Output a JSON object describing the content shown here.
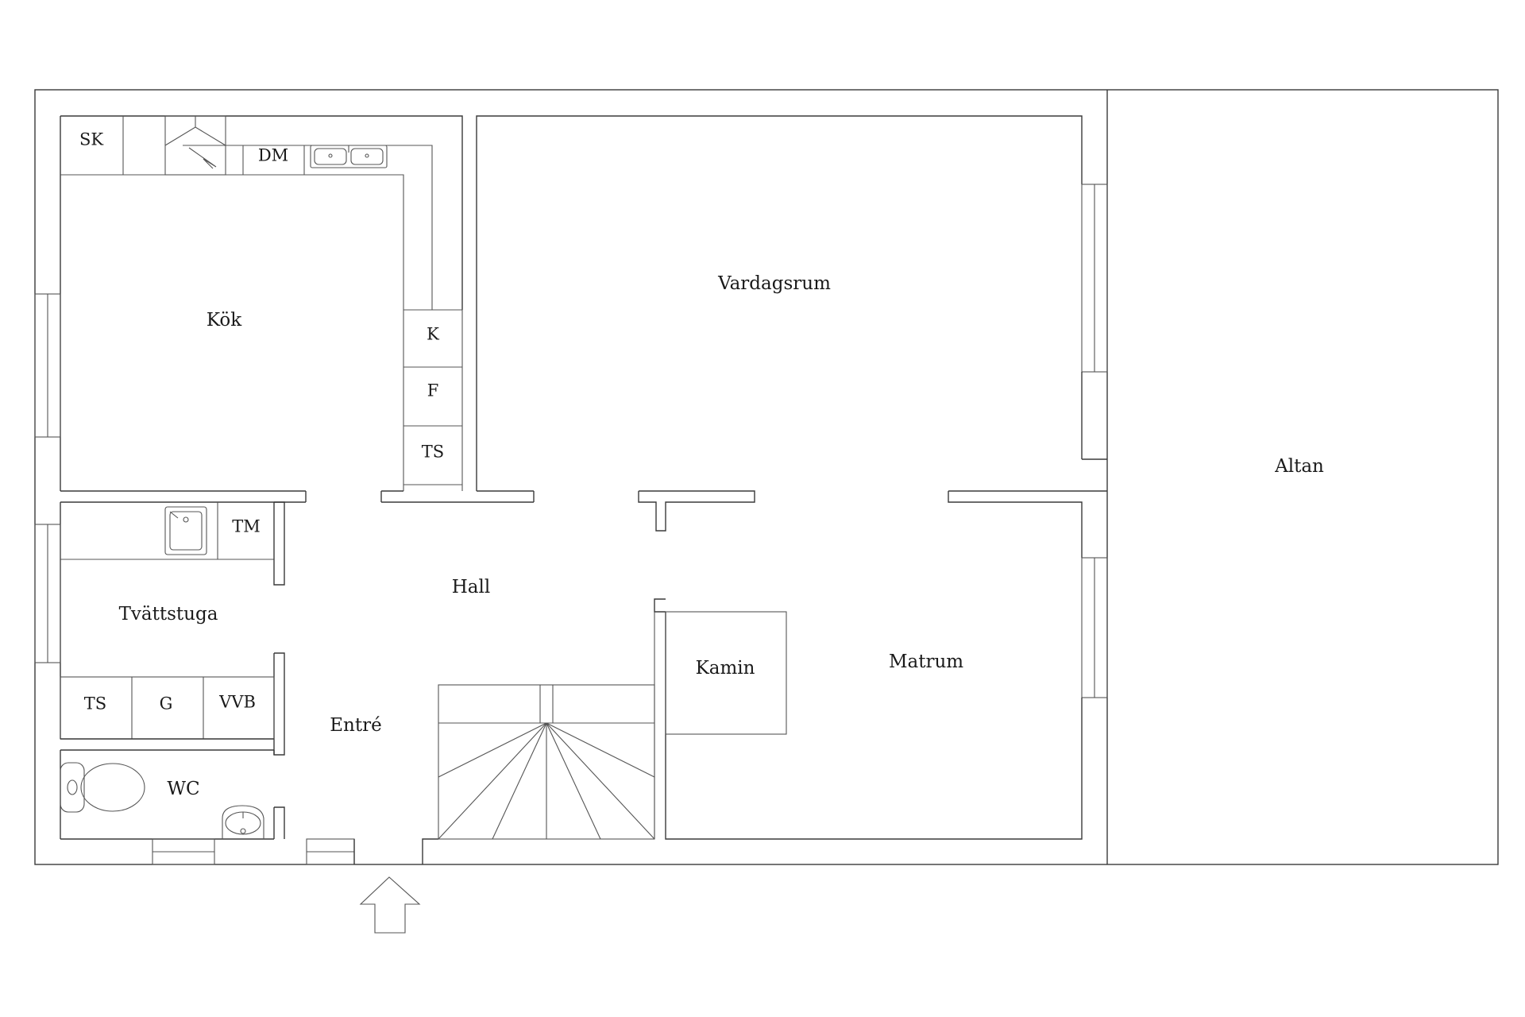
{
  "rooms": {
    "kok": "Kök",
    "vardagsrum": "Vardagsrum",
    "altan": "Altan",
    "hall": "Hall",
    "tvattstuga": "Tvättstuga",
    "entre": "Entré",
    "matrum": "Matrum",
    "kamin": "Kamin",
    "wc": "WC"
  },
  "fixtures": {
    "sk": "SK",
    "dm": "DM",
    "k": "K",
    "f": "F",
    "ts_kitchen": "TS",
    "tm": "TM",
    "ts_laundry": "TS",
    "g": "G",
    "vvb": "VVB"
  },
  "icons": [
    "range-hood-icon",
    "double-sink-icon",
    "utility-sink-icon",
    "toilet-icon",
    "washbasin-icon",
    "staircase-icon",
    "entrance-arrow-icon"
  ],
  "colors": {
    "line": "#333333",
    "background": "#ffffff"
  }
}
